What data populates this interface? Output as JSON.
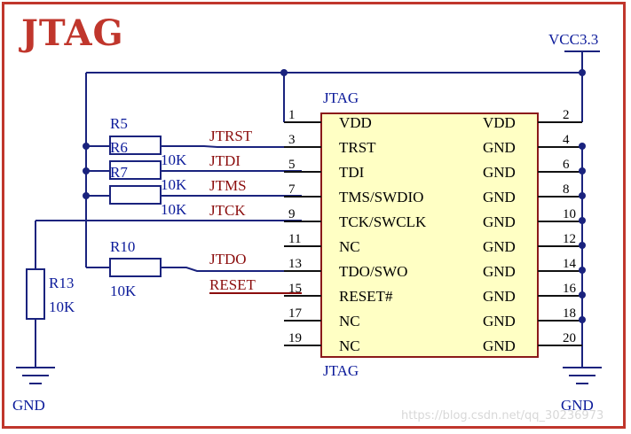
{
  "title": "JTAG",
  "watermark": "https://blog.csdn.net/qq_30236973",
  "power": {
    "vcc": "VCC3.3",
    "gnd_left": "GND",
    "gnd_right": "GND"
  },
  "connector": {
    "ref_top": "JTAG",
    "ref_bottom": "JTAG",
    "left_pins": [
      {
        "num": "1",
        "label": "VDD"
      },
      {
        "num": "3",
        "label": "TRST"
      },
      {
        "num": "5",
        "label": "TDI"
      },
      {
        "num": "7",
        "label": "TMS/SWDIO"
      },
      {
        "num": "9",
        "label": "TCK/SWCLK"
      },
      {
        "num": "11",
        "label": "NC"
      },
      {
        "num": "13",
        "label": "TDO/SWO"
      },
      {
        "num": "15",
        "label": "RESET#"
      },
      {
        "num": "17",
        "label": "NC"
      },
      {
        "num": "19",
        "label": "NC"
      }
    ],
    "right_pins": [
      {
        "num": "2",
        "label": "VDD"
      },
      {
        "num": "4",
        "label": "GND"
      },
      {
        "num": "6",
        "label": "GND"
      },
      {
        "num": "8",
        "label": "GND"
      },
      {
        "num": "10",
        "label": "GND"
      },
      {
        "num": "12",
        "label": "GND"
      },
      {
        "num": "14",
        "label": "GND"
      },
      {
        "num": "16",
        "label": "GND"
      },
      {
        "num": "18",
        "label": "GND"
      },
      {
        "num": "20",
        "label": "GND"
      }
    ]
  },
  "nets": {
    "jtrst": "JTRST",
    "jtdi": "JTDI",
    "jtms": "JTMS",
    "jtck": "JTCK",
    "jtdo": "JTDO",
    "reset": "RESET"
  },
  "resistors": {
    "r5": {
      "ref": "R5",
      "value": "10K"
    },
    "r6": {
      "ref": "R6",
      "value": "10K"
    },
    "r7": {
      "ref": "R7",
      "value": "10K"
    },
    "r10": {
      "ref": "R10",
      "value": "10K"
    },
    "r13": {
      "ref": "R13",
      "value": "10K"
    }
  }
}
